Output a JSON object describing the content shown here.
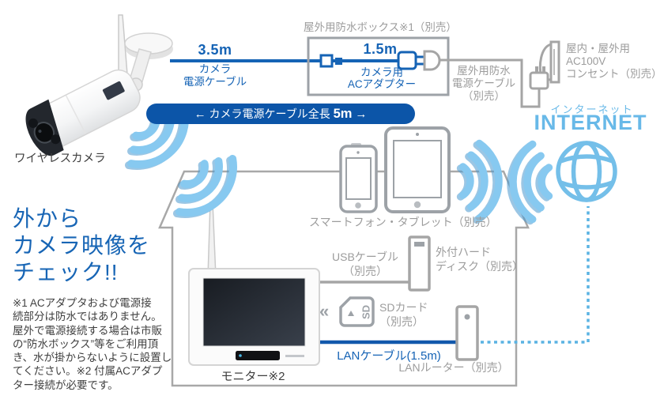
{
  "colors": {
    "blue": "#1563b5",
    "banner_blue": "#0c55a8",
    "light_blue": "#68b9e8",
    "wave_blue": "#87c9f0",
    "gray_text": "#9c9c9c",
    "outline_gray": "#a8a8a8"
  },
  "camera": {
    "label": "ワイヤレスカメラ"
  },
  "cable1": {
    "length": "3.5m",
    "name_line1": "カメラ",
    "name_line2": "電源ケーブル"
  },
  "waterproof_box": {
    "label": "屋外用防水ボックス※1（別売）"
  },
  "adapter": {
    "length": "1.5m",
    "name_line1": "カメラ用",
    "name_line2": "ACアダプター"
  },
  "ext_power_cable": {
    "line1": "屋外用防水",
    "line2": "電源ケーブル",
    "line3": "（別売）"
  },
  "outlet": {
    "line1": "屋内・屋外用",
    "line2": "AC100V",
    "line3": "コンセント（別売）"
  },
  "banner": {
    "arrow_left": "←",
    "label": "カメラ電源ケーブル全長",
    "value": "5m",
    "arrow_right": "→"
  },
  "internet": {
    "jp": "インターネット",
    "en": "INTERNET"
  },
  "mobile": {
    "label": "スマートフォン・タブレット（別売）"
  },
  "headline": {
    "line1": "外から",
    "line2": "カメラ映像を",
    "line3": "チェック!!"
  },
  "note": {
    "line1": "※1 ACアダプタおよび電源接",
    "line2": "続部分は防水ではありません。",
    "line3": "屋外で電源接続する場合は市販",
    "line4": "の“防水ボックス”等をご利用頂",
    "line5": "き、水が掛からないように設置し",
    "line6": "てください。※2 付属ACアダプ",
    "line7": "ター接続が必要です。"
  },
  "monitor": {
    "label": "モニター※2"
  },
  "usb": {
    "line1": "USBケーブル",
    "line2": "（別売）"
  },
  "hdd": {
    "line1": "外付ハード",
    "line2": "ディスク（別売）"
  },
  "sd": {
    "label_line1": "SDカード",
    "label_line2": "（別売）",
    "icon_text": "SD",
    "chevron": "«"
  },
  "lan": {
    "cable_label": "LANケーブル(1.5m)",
    "router_label": "LANルーター（別売）"
  }
}
